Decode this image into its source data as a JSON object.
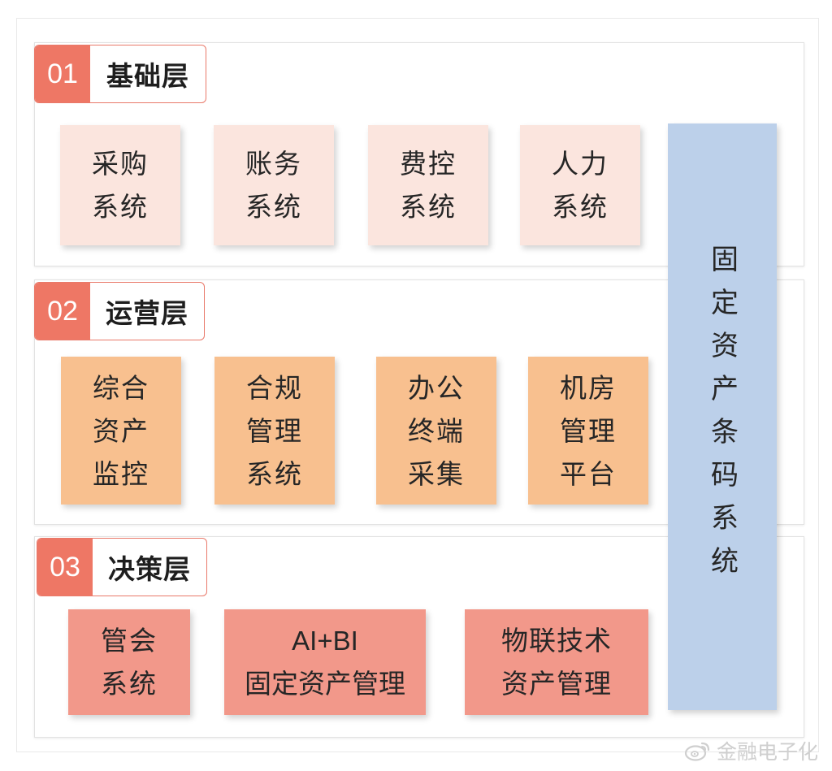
{
  "layers": [
    {
      "num": "01",
      "title": "基础层"
    },
    {
      "num": "02",
      "title": "运营层"
    },
    {
      "num": "03",
      "title": "决策层"
    }
  ],
  "boxes": {
    "procurement": [
      "采购",
      "系统"
    ],
    "accounting": [
      "账务",
      "系统"
    ],
    "expense": [
      "费控",
      "系统"
    ],
    "hr": [
      "人力",
      "系统"
    ],
    "asset_monitor": [
      "综合",
      "资产",
      "监控"
    ],
    "compliance": [
      "合规",
      "管理",
      "系统"
    ],
    "office_terminal": [
      "办公",
      "终端",
      "采集"
    ],
    "server_room": [
      "机房",
      "管理",
      "平台"
    ],
    "management_accounting": [
      "管会",
      "系统"
    ],
    "ai_bi": [
      "AI+BI",
      "固定资产管理"
    ],
    "iot": [
      "物联技术",
      "资产管理"
    ]
  },
  "barcode_system": "固定资产条码系统",
  "watermark": "金融电子化",
  "colors": {
    "layer_accent": "#ee7765",
    "base_box": "#fbe5de",
    "ops_box": "#f8c08f",
    "decision_box": "#f2988a",
    "barcode_bar": "#bcd0ea"
  },
  "icons": {
    "watermark": "weibo-icon"
  }
}
